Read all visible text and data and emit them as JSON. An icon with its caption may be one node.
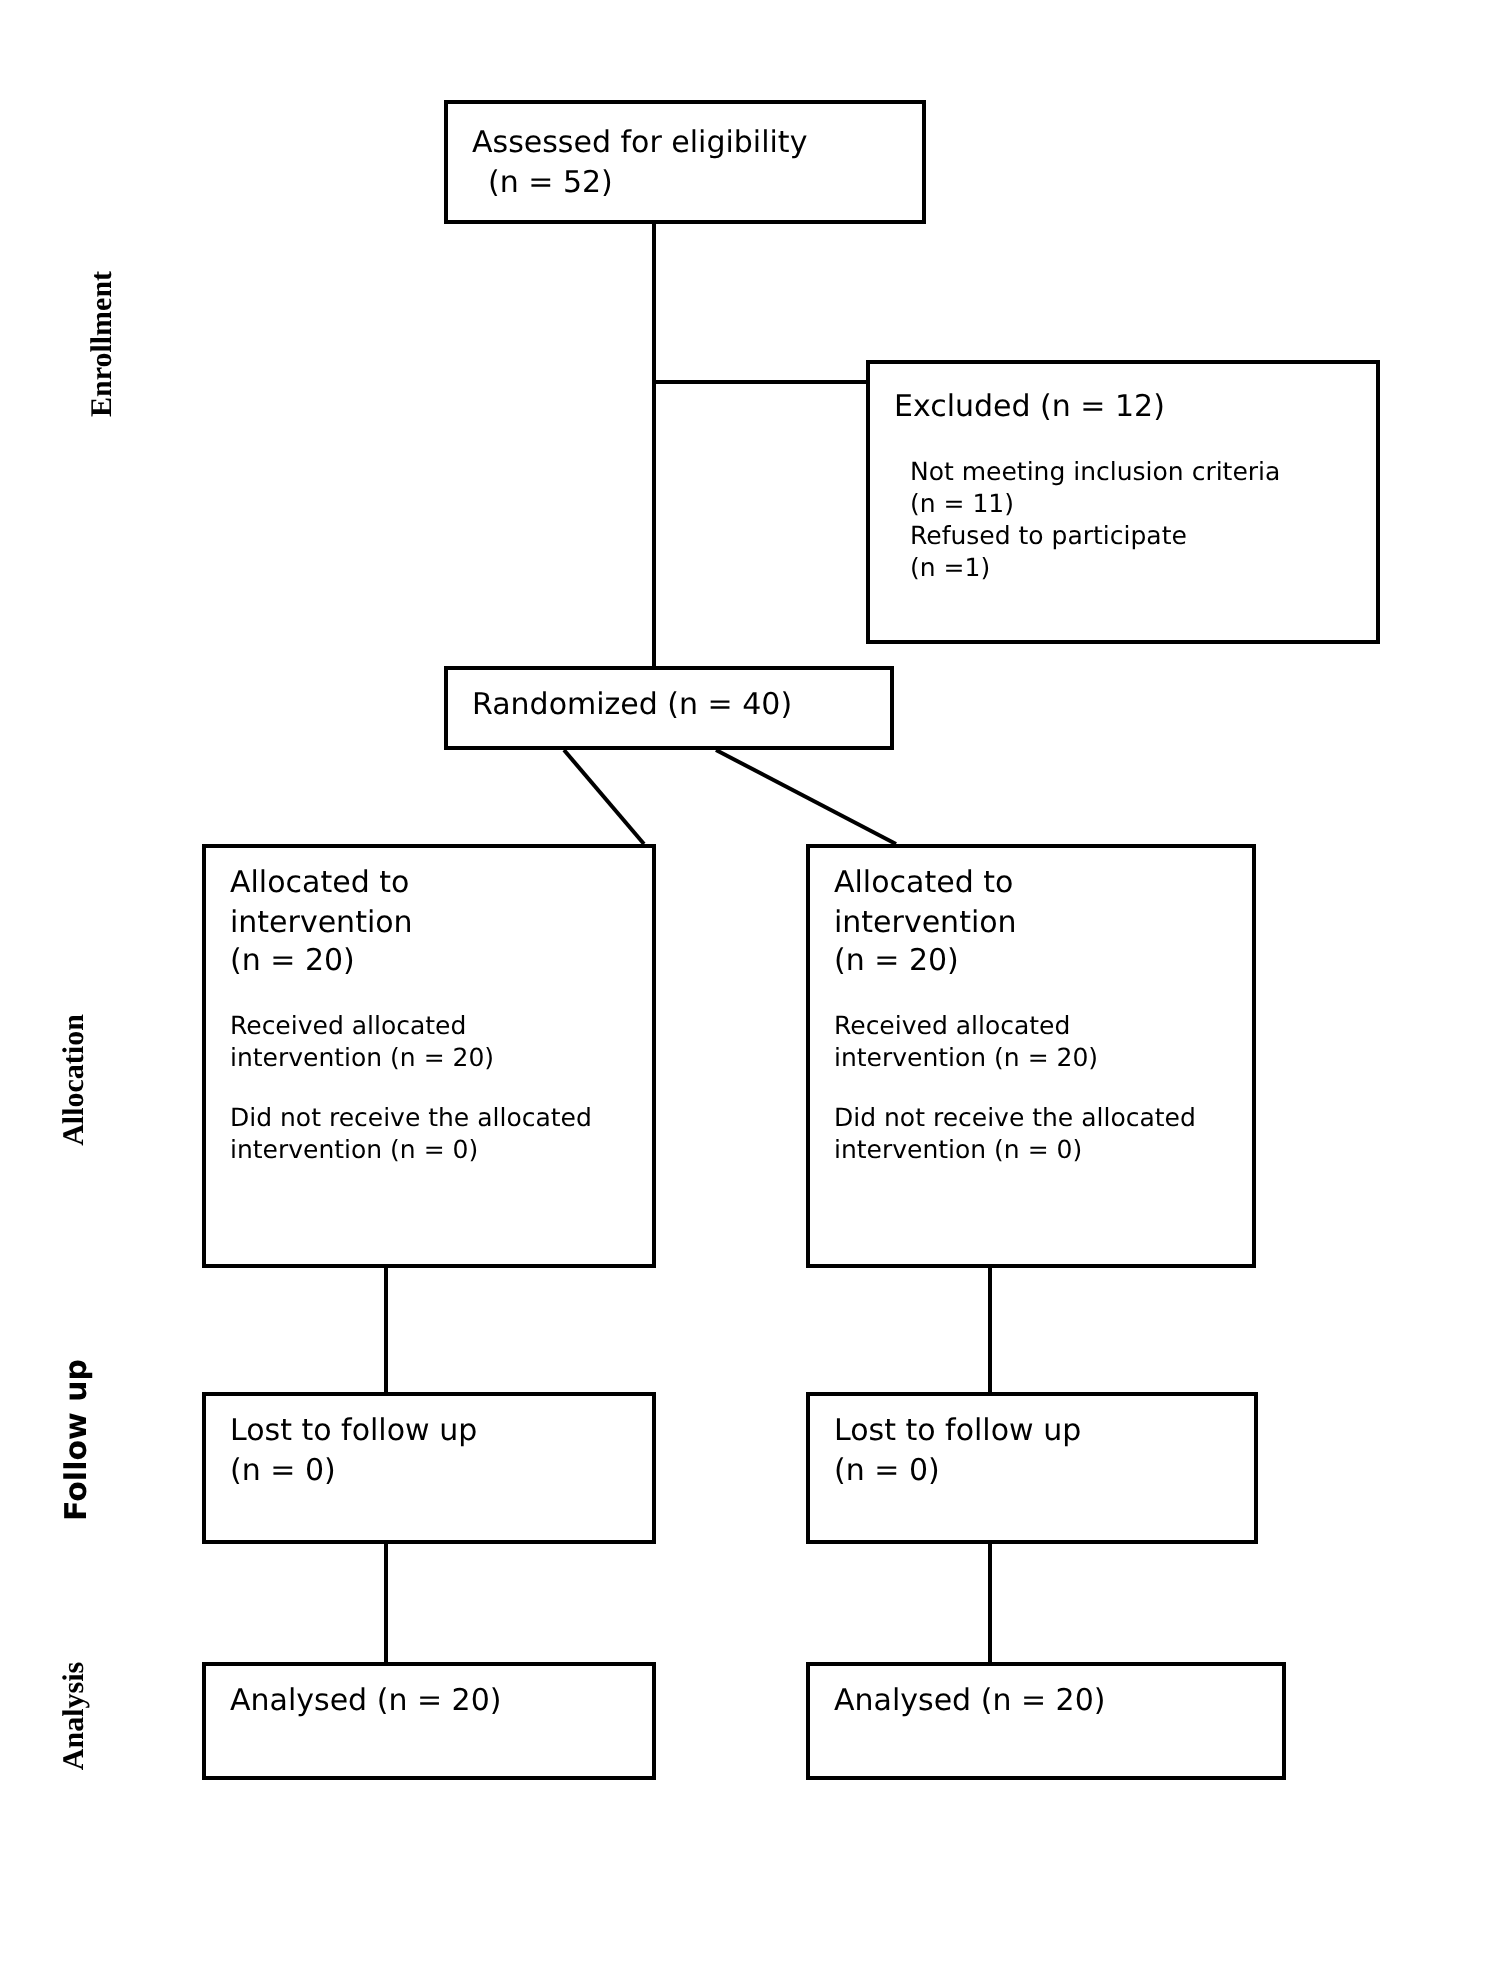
{
  "diagram": {
    "nodes": [
      {
        "text": [
          "Assessed for eligibility",
          "(n = 52)"
        ]
      },
      {
        "text": [
          "Excluded (n = 12)",
          "Not meeting inclusion criteria",
          "(n = 11)",
          "Refused to participate",
          "(n =1)"
        ]
      },
      {
        "text": [
          "Randomized (n = 40)"
        ]
      },
      {
        "text": [
          "Allocated to",
          "intervention",
          "(n = 20)",
          "Received allocated",
          "intervention (n = 20)",
          "Did not receive the allocated",
          "intervention (n = 0)"
        ]
      },
      {
        "text": [
          "Allocated to",
          "intervention",
          "(n = 20)",
          "Received allocated",
          "intervention (n = 20)",
          "Did not receive the allocated",
          "intervention (n = 0)"
        ]
      },
      {
        "text": [
          "Lost to follow up",
          "(n = 0)"
        ]
      },
      {
        "text": [
          "Lost to follow up",
          "(n = 0)"
        ]
      },
      {
        "text": [
          "Analysed (n = 20)"
        ]
      },
      {
        "text": [
          "Analysed (n = 20)"
        ]
      }
    ],
    "edges": [
      {
        "from": 0,
        "to": 2,
        "arrow": "none"
      },
      {
        "from": 0,
        "to": 1,
        "arrow": "none"
      },
      {
        "from": 2,
        "to": 3,
        "arrow": "none"
      },
      {
        "from": 2,
        "to": 4,
        "arrow": "none"
      },
      {
        "from": 3,
        "to": 5,
        "arrow": "none"
      },
      {
        "from": 4,
        "to": 6,
        "arrow": "none"
      },
      {
        "from": 5,
        "to": 7,
        "arrow": "none"
      },
      {
        "from": 6,
        "to": 8,
        "arrow": "none"
      }
    ],
    "labels": [
      "Enrollment",
      "Allocation",
      "Follow up",
      "Analysis"
    ]
  }
}
